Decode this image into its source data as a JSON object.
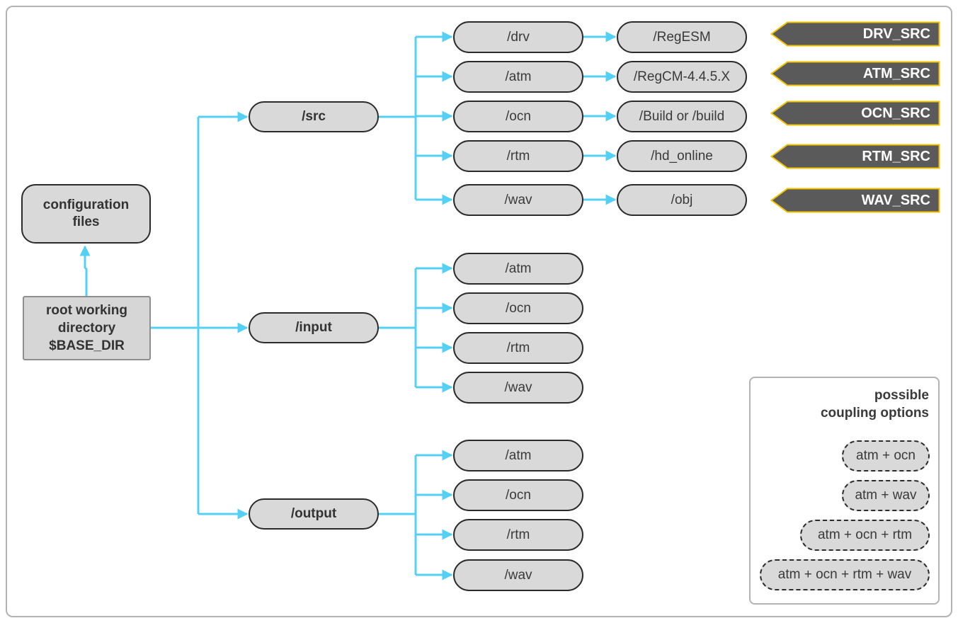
{
  "colors": {
    "connector": "#55d0f5",
    "node_fill": "#d9d9d9",
    "tag_fill": "#5a5a5a",
    "tag_border": "#f2c200"
  },
  "nodes": {
    "config_files": "configuration\nfiles",
    "root_dir": "root working\ndirectory\n$BASE_DIR",
    "src": "/src",
    "input": "/input",
    "output": "/output"
  },
  "src_children": [
    {
      "label": "/drv",
      "target": "/RegESM",
      "tag": "DRV_SRC"
    },
    {
      "label": "/atm",
      "target": "/RegCM-4.4.5.X",
      "tag": "ATM_SRC"
    },
    {
      "label": "/ocn",
      "target": "/Build or /build",
      "tag": "OCN_SRC"
    },
    {
      "label": "/rtm",
      "target": "/hd_online",
      "tag": "RTM_SRC"
    },
    {
      "label": "/wav",
      "target": "/obj",
      "tag": "WAV_SRC"
    }
  ],
  "input_children": [
    "/atm",
    "/ocn",
    "/rtm",
    "/wav"
  ],
  "output_children": [
    "/atm",
    "/ocn",
    "/rtm",
    "/wav"
  ],
  "legend": {
    "title": "possible\ncoupling options",
    "options": [
      "atm + ocn",
      "atm + wav",
      "atm + ocn + rtm",
      "atm + ocn + rtm + wav"
    ]
  }
}
